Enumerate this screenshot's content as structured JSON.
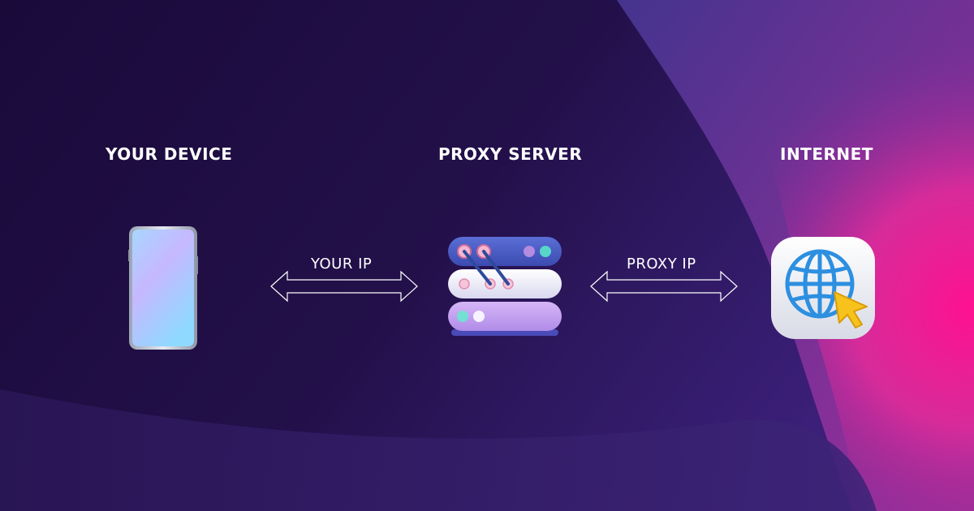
{
  "nodes": {
    "device": {
      "title": "YOUR DEVICE",
      "icon": "smartphone-icon"
    },
    "proxy": {
      "title": "PROXY SERVER",
      "icon": "server-stack-icon"
    },
    "internet": {
      "title": "INTERNET",
      "icon": "globe-cursor-icon"
    }
  },
  "connections": [
    {
      "label": "YOUR IP",
      "direction": "bidirectional"
    },
    {
      "label": "PROXY IP",
      "direction": "bidirectional"
    }
  ],
  "colors": {
    "background_dark": "#1c0b3e",
    "background_mid": "#3a2370",
    "accent_pink": "#ff1493",
    "accent_magenta": "#c02b9c",
    "text": "#ffffff",
    "globe_blue": "#2d8fe0",
    "cursor_yellow": "#f6c21b"
  }
}
